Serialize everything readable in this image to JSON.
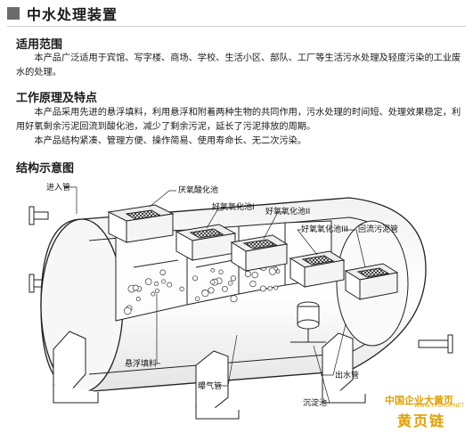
{
  "header": {
    "title": "中水处理装置"
  },
  "sections": {
    "scope": {
      "heading": "适用范围",
      "line1": "本产品广泛适用于宾馆、写字楼、商场、学校、生活小区、部队、工厂等生活污水处理及轻度污染的工业废",
      "line2": "水的处理。"
    },
    "principle": {
      "heading": "工作原理及特点",
      "line1": "本产品采用先进的悬浮填料，利用悬浮和附着两种生物的共同作用，污水处理的时间短、处理效果稳定，利",
      "line2": "用好氧剩余污泥回流到酸化池，减少了剩余污泥，延长了污泥排放的周期。",
      "line3": "本产品结构紧凑、管理方便、操作简易、使用寿命长、无二次污染。"
    },
    "diagram": {
      "heading": "结构示意图",
      "labels": {
        "inlet": "进入管",
        "anaerobic": "厌氧酸化池",
        "aerobic1": "好氧氧化池I",
        "aerobic2": "好氧氧化池II",
        "aerobic3": "好氧氧化池III",
        "sludge_return": "回流污泥管",
        "filler": "悬浮填料",
        "aeration": "曝气管",
        "outlet": "出水管",
        "settling": "沉淀池"
      }
    }
  },
  "watermark": {
    "line1": "中国企业大黄页",
    "line2": "WWW.YPSHOP.NET",
    "line3": "黄页链"
  }
}
